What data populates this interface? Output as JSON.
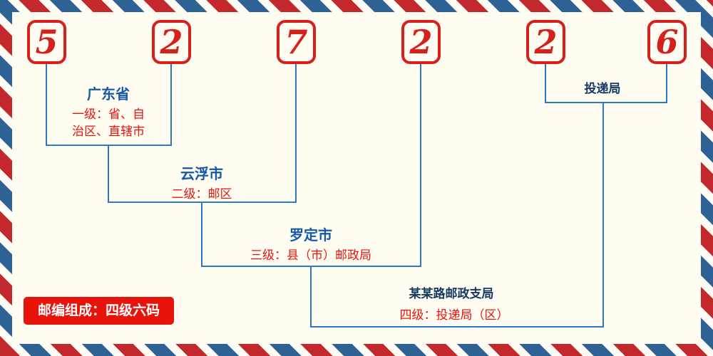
{
  "postal_code": {
    "value": "527226",
    "digits": [
      "5",
      "2",
      "7",
      "2",
      "2",
      "6"
    ]
  },
  "annotations": {
    "level1": {
      "place": "广东省",
      "desc_lines": [
        "一级：省、自",
        "治区、直辖市"
      ]
    },
    "level2": {
      "place": "云浮市",
      "desc": "二级：邮区"
    },
    "level3": {
      "place": "罗定市",
      "desc": "三级：县（市）邮政局"
    },
    "level4": {
      "place": "某某路邮政支局",
      "desc": "四级：投递局（区）"
    },
    "delivery": {
      "label": "投递局"
    }
  },
  "footer": {
    "badge": "邮编组成：四级六码"
  },
  "colors": {
    "background": "#fffdf2",
    "digit_red": "#d5211e",
    "line_blue": "#2b79c2",
    "place_blue": "#1558a8",
    "level_red": "#e8140c",
    "dark_navy": "#173a63",
    "badge_bg": "#e8140c",
    "stripe_red": "#c3282d",
    "stripe_blue": "#2e6295"
  }
}
